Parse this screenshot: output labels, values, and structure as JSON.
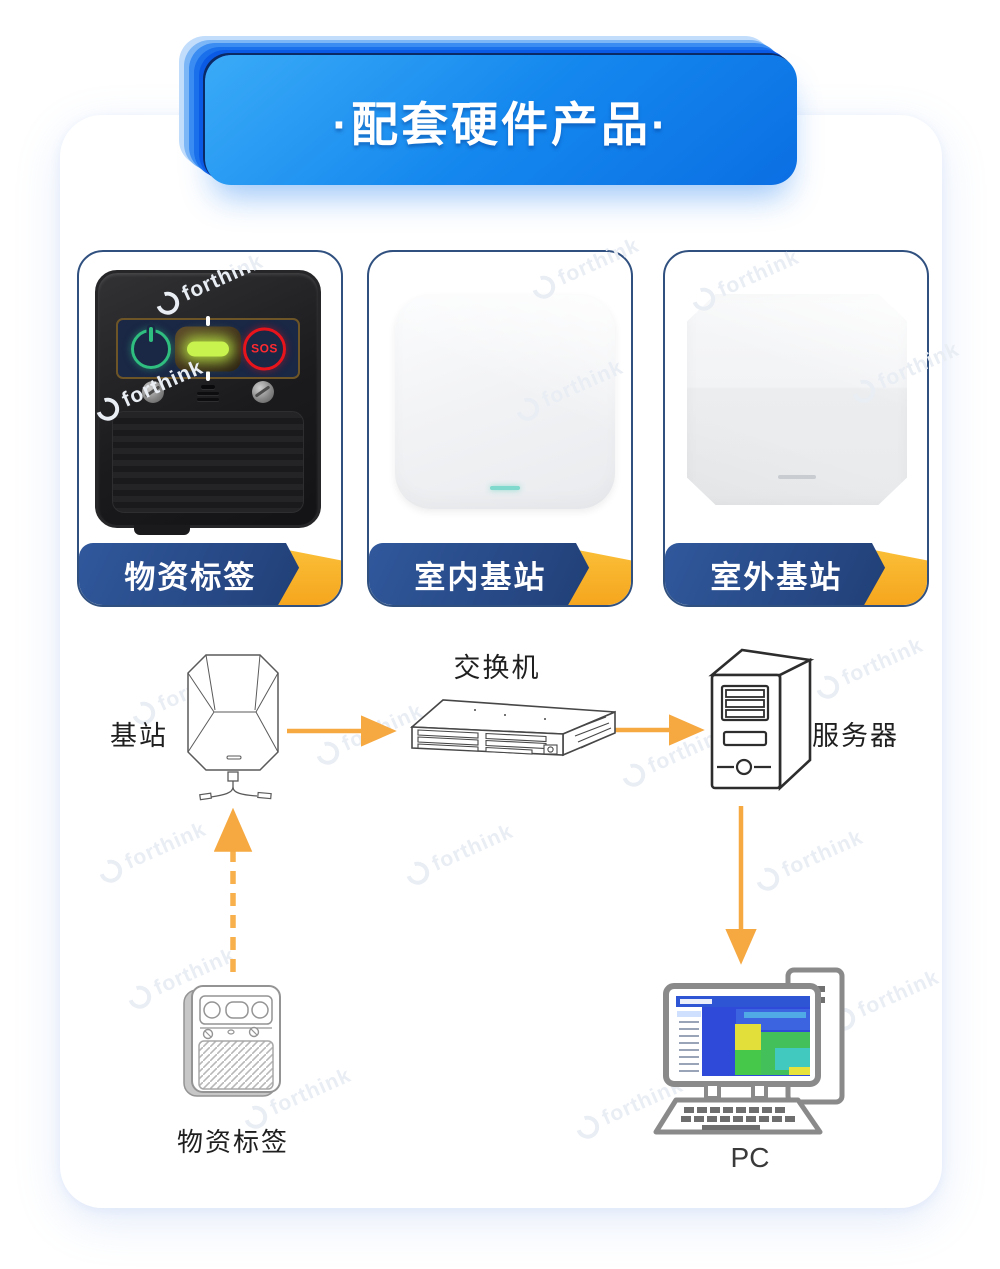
{
  "banner": {
    "title": "·配套硬件产品·"
  },
  "cards": [
    {
      "label": "物资标签"
    },
    {
      "label": "室内基站"
    },
    {
      "label": "室外基站"
    }
  ],
  "device": {
    "sos_label": "SOS"
  },
  "diagram": {
    "labels": {
      "base_station": "基站",
      "switch": "交换机",
      "server": "服务器",
      "material_tag": "物资标签",
      "pc": "PC"
    }
  },
  "watermark": {
    "text": "forthink"
  },
  "colors": {
    "banner_top": "#3AABF7",
    "banner_bottom": "#0B6FE3",
    "ribbon_navy": "#24447E",
    "ribbon_yellow": "#F8B62D",
    "card_border": "#30507F",
    "arrow_orange": "#F6A841",
    "power_green": "#2FBE7F",
    "sos_red": "#E8141C",
    "led_green": "#C8F24E",
    "ap_led_cyan": "#7FD9CC"
  }
}
